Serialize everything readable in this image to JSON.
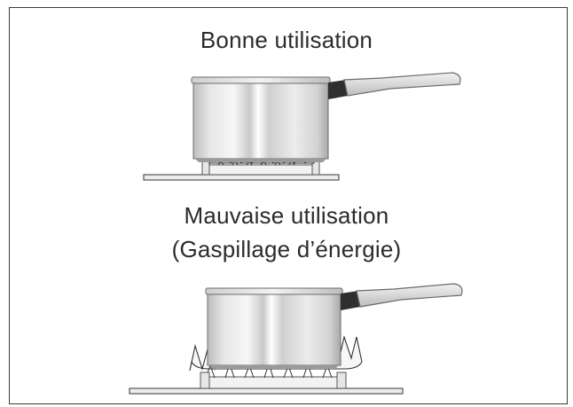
{
  "diagram": {
    "good_use_label": "Bonne utilisation",
    "bad_use_label_line1": "Mauvaise utilisation",
    "bad_use_label_line2": "(Gaspillage d’énergie)"
  },
  "colors": {
    "frame": "#3a3a3a",
    "text": "#2b2b2b",
    "pot_light": "#f4f4f4",
    "pot_mid": "#d9d9d9",
    "pot_dark": "#a9a9a9",
    "handle_dark": "#2f2f2f",
    "stovetop": "#e9e9e9"
  }
}
